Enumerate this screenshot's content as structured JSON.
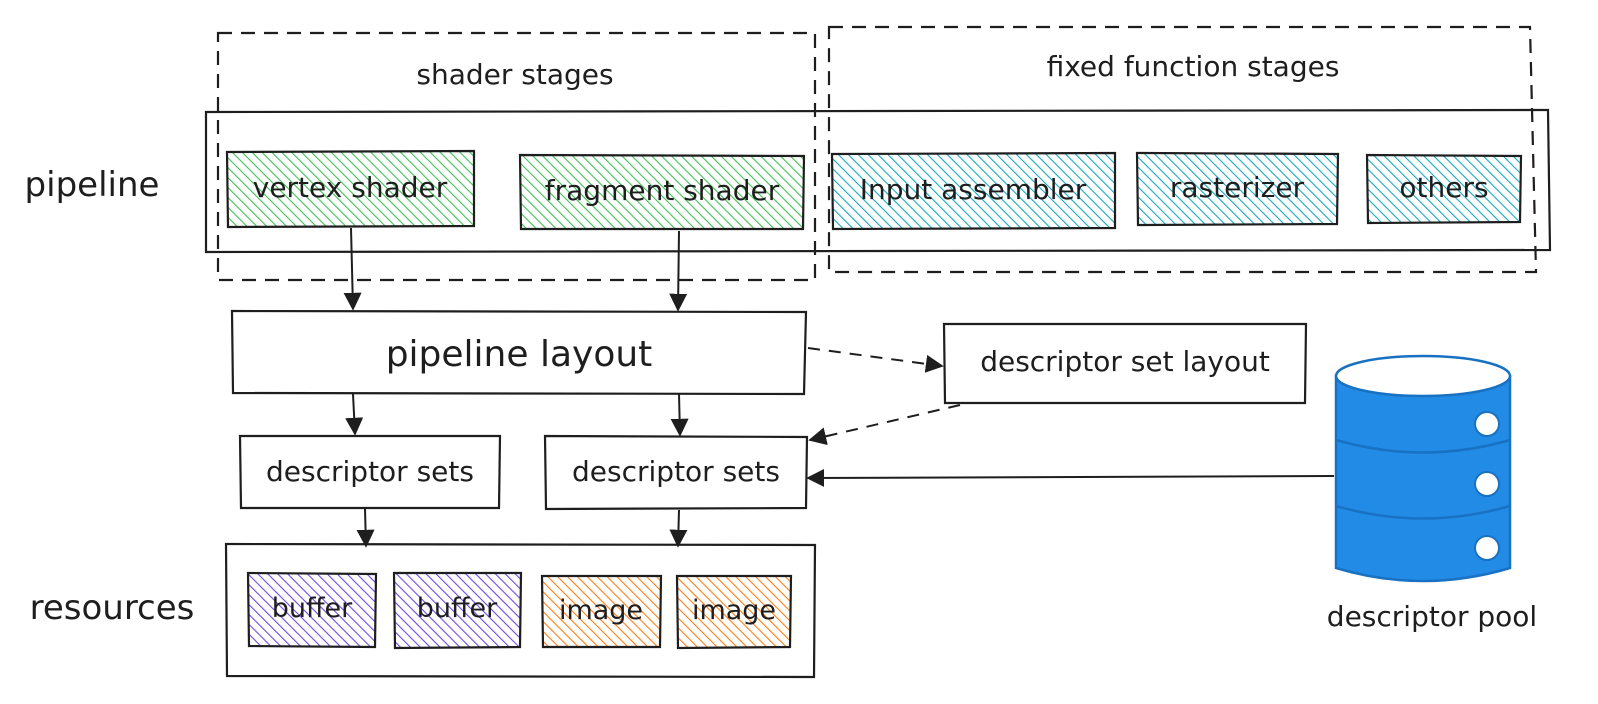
{
  "colors": {
    "shader_fill": "#40c057",
    "fixed_fill": "#15aabf",
    "buffer_fill": "#7048e8",
    "image_fill": "#fd7e14",
    "db_fill": "#228be6",
    "db_stroke": "#1971c2",
    "stroke": "#1e1e1e"
  },
  "groups": {
    "shader_stages": "shader stages",
    "fixed_function_stages": "fixed function stages"
  },
  "side_labels": {
    "pipeline": "pipeline",
    "resources": "resources"
  },
  "pipeline": {
    "vertex_shader": "vertex shader",
    "fragment_shader": "fragment shader",
    "input_assembler": "Input assembler",
    "rasterizer": "rasterizer",
    "others": "others"
  },
  "pipeline_layout": "pipeline layout",
  "descriptor_set_layout": "descriptor set layout",
  "descriptor_sets": {
    "left": "descriptor sets",
    "right": "descriptor sets"
  },
  "resources": {
    "buffer_1": "buffer",
    "buffer_2": "buffer",
    "image_1": "image",
    "image_2": "image"
  },
  "descriptor_pool": {
    "label": "descriptor pool",
    "icon": "database-icon"
  }
}
